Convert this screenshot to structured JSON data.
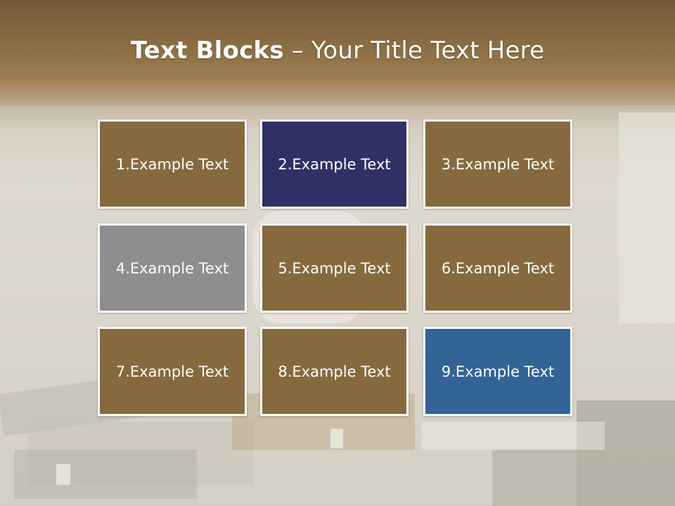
{
  "slide": {
    "title_bold": "Text Blocks",
    "title_separator": "–",
    "title_rest": "Your Title Text Here"
  },
  "blocks": [
    {
      "label": "1.Example Text",
      "color": "#866a3e"
    },
    {
      "label": "2.Example Text",
      "color": "#2f3166"
    },
    {
      "label": "3.Example Text",
      "color": "#866a3e"
    },
    {
      "label": "4.Example Text",
      "color": "#8e8e8e"
    },
    {
      "label": "5.Example Text",
      "color": "#866a3e"
    },
    {
      "label": "6.Example Text",
      "color": "#866a3e"
    },
    {
      "label": "7.Example Text",
      "color": "#866a3e"
    },
    {
      "label": "8.Example Text",
      "color": "#866a3e"
    },
    {
      "label": "9.Example Text",
      "color": "#326496"
    }
  ]
}
